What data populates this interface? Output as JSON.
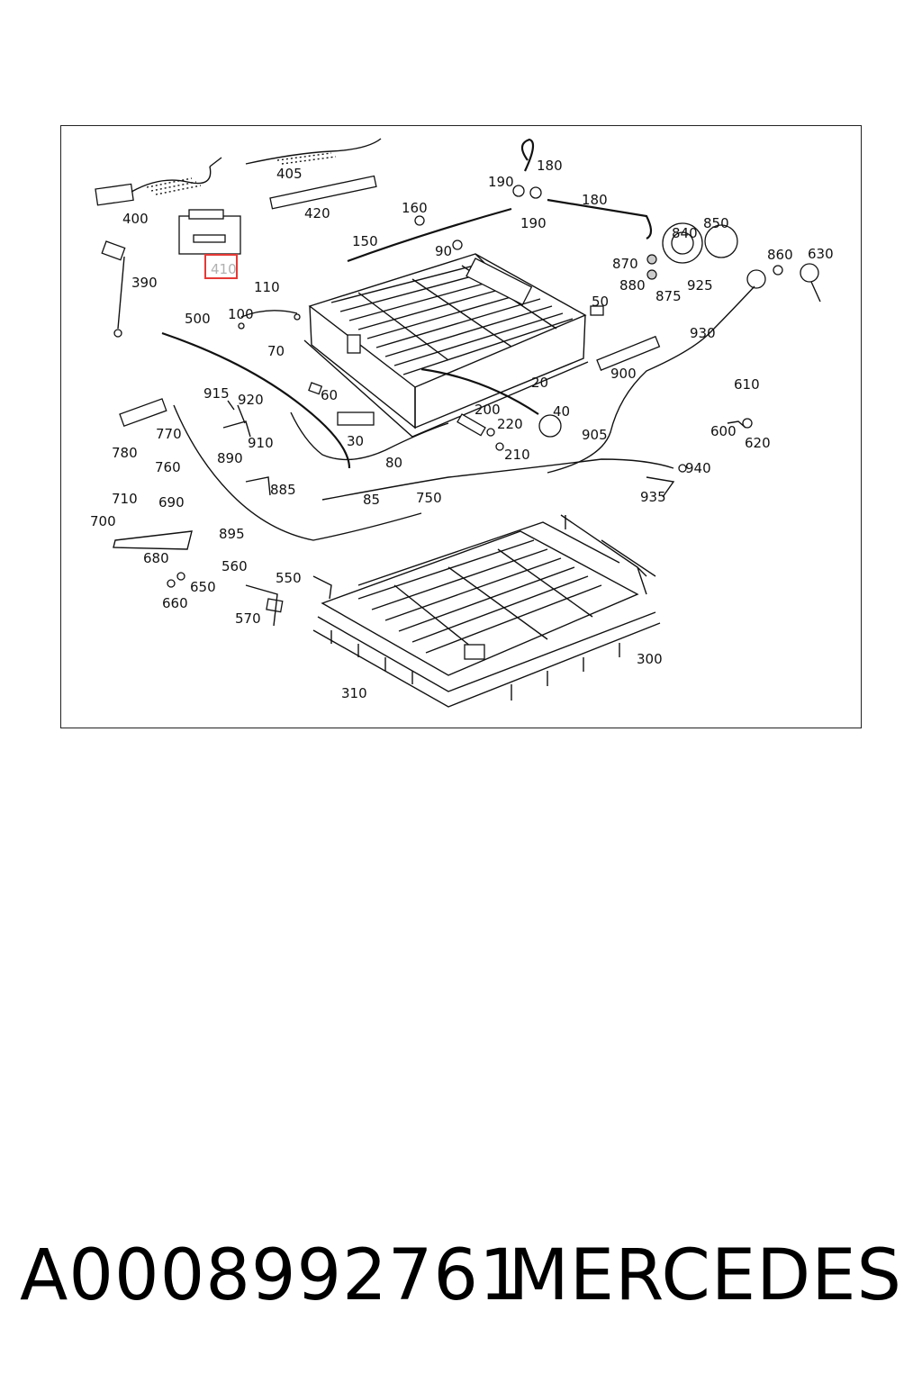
{
  "diagram": {
    "highlight": {
      "label": "410",
      "color": "#e53935"
    },
    "labels": [
      "400",
      "405",
      "420",
      "390",
      "410",
      "160",
      "150",
      "90",
      "190",
      "180",
      "190",
      "180",
      "840",
      "850",
      "870",
      "880",
      "875",
      "925",
      "860",
      "630",
      "930",
      "110",
      "100",
      "500",
      "70",
      "60",
      "50",
      "20",
      "915",
      "920",
      "780",
      "770",
      "760",
      "910",
      "890",
      "885",
      "30",
      "80",
      "200",
      "220",
      "210",
      "40",
      "900",
      "905",
      "610",
      "600",
      "620",
      "940",
      "935",
      "710",
      "690",
      "700",
      "680",
      "895",
      "85",
      "750",
      "560",
      "550",
      "650",
      "660",
      "570",
      "300",
      "310"
    ]
  },
  "footer": {
    "part_number": "A0008992761",
    "brand": "MERCEDES"
  }
}
